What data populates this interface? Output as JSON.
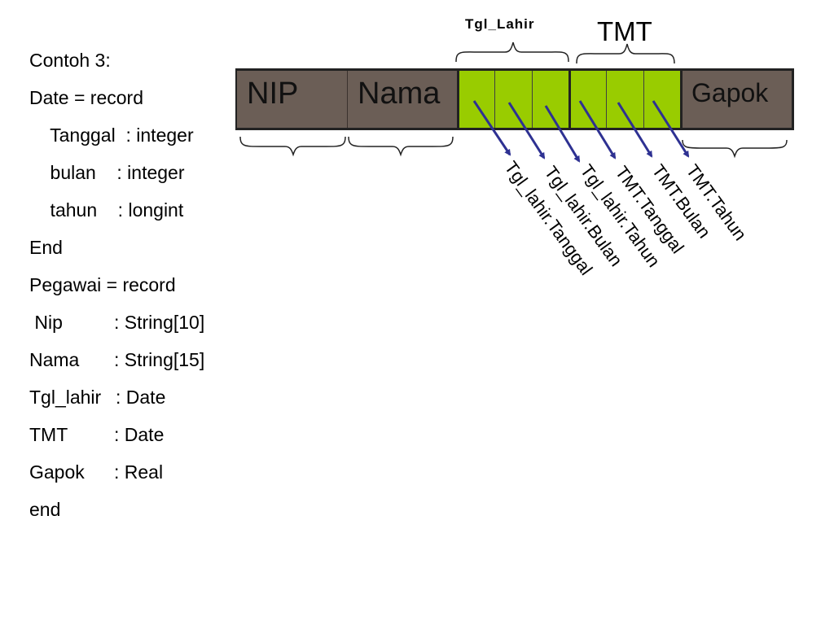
{
  "code": {
    "lines": [
      {
        "a": "Contoh 3:",
        "b": ""
      },
      {
        "a": "Date = record",
        "b": ""
      },
      {
        "a": "    Tanggal  : integer",
        "b": ""
      },
      {
        "a": "    bulan    : integer",
        "b": ""
      },
      {
        "a": "    tahun    : longint",
        "b": ""
      },
      {
        "a": "End",
        "b": ""
      },
      {
        "a": "Pegawai = record",
        "b": ""
      },
      {
        "a": " Nip",
        "b": ": String[10]"
      },
      {
        "a": "Nama",
        "b": ": String[15]"
      },
      {
        "a": "Tgl_lahir",
        "b": ": Date"
      },
      {
        "a": "TMT",
        "b": ": Date"
      },
      {
        "a": "Gapok",
        "b": ": Real"
      },
      {
        "a": "end",
        "b": ""
      }
    ]
  },
  "record": {
    "nip": "NIP",
    "nama": "Nama",
    "gapok": "Gapok"
  },
  "groups": {
    "tgl_lahir": "Tgl_Lahir",
    "tmt": "TMT"
  },
  "subfields": [
    "Tgl_lahir.Tanggal",
    "Tgl_lahir.Bulan",
    "Tgl_lahir.Tahun",
    "TMT.Tanggal",
    "TMT.Bulan",
    "TMT.Tahun"
  ],
  "colors": {
    "gray_cell": "#6b5e56",
    "green_cell": "#99cc00",
    "arrow": "#2e3192"
  }
}
